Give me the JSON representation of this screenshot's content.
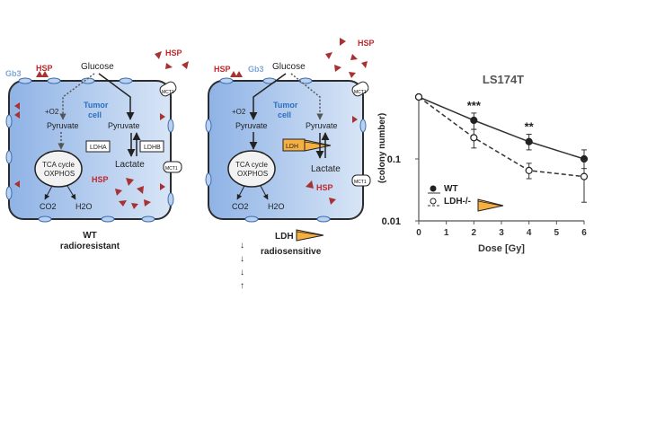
{
  "colors": {
    "cell_fill": "#aac4ea",
    "cell_stroke": "#2c2c2c",
    "hsp_red": "#c0272d",
    "hsp_triangle": "#a63232",
    "gb3_blue": "#7fa6d6",
    "tumor_blue": "#2a6fc0",
    "ldh_orange": "#f5b041"
  },
  "wt_panel": {
    "gb3": "Gb3",
    "hsp_labels": [
      "HSP",
      "HSP",
      "HSP"
    ],
    "glucose": "Glucose",
    "o2": "+O2",
    "pyruvate_left": "Pyruvate",
    "pyruvate_right": "Pyruvate",
    "tumor_line1": "Tumor",
    "tumor_line2": "cell",
    "ldha": "LDHA",
    "ldhb": "LDHB",
    "lactate": "Lactate",
    "tca_line1": "TCA cycle",
    "tca_line2": "OXPHOS",
    "co2": "CO2",
    "h2o": "H2O",
    "mct_labels": [
      "MCT1",
      "MCT1"
    ],
    "caption_line1": "WT",
    "caption_line2": "radioresistant"
  },
  "ldh_panel": {
    "gb3": "Gb3",
    "hsp_labels": [
      "HSP",
      "HSP",
      "HSP"
    ],
    "glucose": "Glucose",
    "o2": "+O2",
    "pyruvate_left": "Pyruvate",
    "pyruvate_right": "Pyruvate",
    "tumor_line1": "Tumor",
    "tumor_line2": "cell",
    "ldh_box": "LDH",
    "lactate": "Lactate",
    "tca_line1": "TCA cycle",
    "tca_line2": "OXPHOS",
    "co2": "CO2",
    "h2o": "H2O",
    "mct_labels": [
      "MCT1",
      "MCT1"
    ],
    "caption_line1": "LDH",
    "caption_line2": "radiosensitive",
    "arrows": [
      "↓",
      "↓",
      "↓",
      "↑"
    ]
  },
  "chart_data": {
    "type": "line",
    "title": "LS174T",
    "xlabel": "Dose [Gy]",
    "ylabel": "(colony number)",
    "yscale": "log",
    "xlim": [
      0,
      6
    ],
    "ylim": [
      0.01,
      1
    ],
    "x_ticks": [
      "0",
      "1",
      "2",
      "3",
      "4",
      "5",
      "6"
    ],
    "y_ticks": [
      "0.1",
      "0.01"
    ],
    "series": [
      {
        "name": "WT",
        "line": "solid",
        "marker": "filled-circle",
        "x": [
          0,
          2,
          4,
          6
        ],
        "y": [
          1,
          0.42,
          0.19,
          0.1
        ],
        "err_low": [
          1,
          0.3,
          0.14,
          0.07
        ],
        "err_high": [
          1,
          0.55,
          0.25,
          0.14
        ]
      },
      {
        "name": "LDH-/-",
        "line": "dashed",
        "marker": "open-circle",
        "x": [
          0,
          2,
          4,
          6
        ],
        "y": [
          1,
          0.22,
          0.065,
          0.052
        ],
        "err_low": [
          1,
          0.15,
          0.048,
          0.02
        ],
        "err_high": [
          1,
          0.3,
          0.085,
          0.095
        ]
      }
    ],
    "significance": [
      {
        "x": 2,
        "label": "***"
      },
      {
        "x": 4,
        "label": "**"
      }
    ],
    "legend_position": "bottom-left"
  }
}
